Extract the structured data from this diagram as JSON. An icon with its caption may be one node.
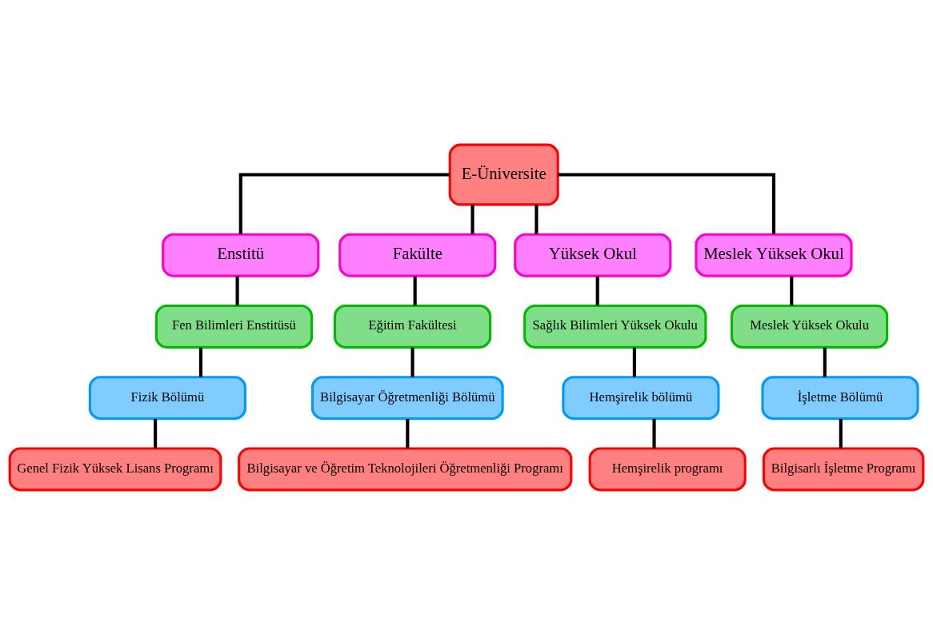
{
  "diagram": {
    "nodes": [
      {
        "text": [
          "E-Üniversite"
        ]
      },
      {
        "text": [
          "Enstitü"
        ]
      },
      {
        "text": [
          "Fakülte"
        ]
      },
      {
        "text": [
          "Yüksek Okul"
        ]
      },
      {
        "text": [
          "Meslek Yüksek Okul"
        ]
      },
      {
        "text": [
          "Fen Bilimleri Enstitüsü"
        ]
      },
      {
        "text": [
          "Eğitim Fakültesi"
        ]
      },
      {
        "text": [
          "Sağlık Bilimleri Yüksek Okulu"
        ]
      },
      {
        "text": [
          "Meslek Yüksek Okulu"
        ]
      },
      {
        "text": [
          "Fizik Bölümü"
        ]
      },
      {
        "text": [
          "Bilgisayar Öğretmenliği Bölümü"
        ]
      },
      {
        "text": [
          "Hemşirelik bölümü"
        ]
      },
      {
        "text": [
          "İşletme Bölümü"
        ]
      },
      {
        "text": [
          "Genel Fizik Yüksek Lisans Programı"
        ]
      },
      {
        "text": [
          "Bilgisayar ve Öğretim Teknolojileri Öğretmenliği Programı"
        ]
      },
      {
        "text": [
          "Hemşirelik programı"
        ]
      },
      {
        "text": [
          "Bilgisarlı İşletme Programı"
        ]
      }
    ],
    "edges": [
      {
        "from": 0,
        "to": 1,
        "arrow": "none"
      },
      {
        "from": 0,
        "to": 2,
        "arrow": "none"
      },
      {
        "from": 0,
        "to": 3,
        "arrow": "none"
      },
      {
        "from": 0,
        "to": 4,
        "arrow": "none"
      },
      {
        "from": 1,
        "to": 5,
        "arrow": "none"
      },
      {
        "from": 2,
        "to": 6,
        "arrow": "none"
      },
      {
        "from": 3,
        "to": 7,
        "arrow": "none"
      },
      {
        "from": 4,
        "to": 8,
        "arrow": "none"
      },
      {
        "from": 5,
        "to": 9,
        "arrow": "none"
      },
      {
        "from": 6,
        "to": 10,
        "arrow": "none"
      },
      {
        "from": 7,
        "to": 11,
        "arrow": "none"
      },
      {
        "from": 8,
        "to": 12,
        "arrow": "none"
      },
      {
        "from": 9,
        "to": 13,
        "arrow": "none"
      },
      {
        "from": 10,
        "to": 14,
        "arrow": "none"
      },
      {
        "from": 11,
        "to": 15,
        "arrow": "none"
      },
      {
        "from": 12,
        "to": 16,
        "arrow": "none"
      }
    ]
  }
}
